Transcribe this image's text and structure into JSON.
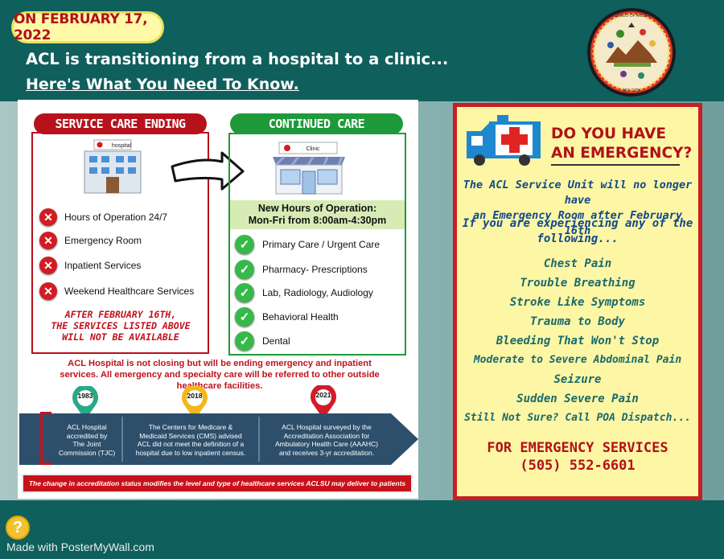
{
  "header": {
    "date": "ON FEBRUARY 17, 2022",
    "headline": "ACL is transitioning from a hospital to a clinic...",
    "subheadline": "Here's What You Need To Know."
  },
  "seal": {
    "icon": "tribal-seal-icon",
    "text_top": "PUEBLO OF ACOMA",
    "text_bottom": "SKY CITY"
  },
  "service_ending": {
    "title": "SERVICE CARE ENDING",
    "building_label": "hospital",
    "items": [
      "Hours of Operation 24/7",
      "Emergency Room",
      "Inpatient Services",
      "Weekend Healthcare Services"
    ],
    "note_line1": "AFTER FEBRUARY 16TH,",
    "note_line2": "THE SERVICES LISTED ABOVE",
    "note_line3": "WILL NOT BE AVAILABLE"
  },
  "continued_care": {
    "title": "CONTINUED CARE",
    "building_label": "Clinic",
    "hours_line1": "New Hours of Operation:",
    "hours_line2": "Mon-Fri from 8:00am-4:30pm",
    "items": [
      "Primary Care / Urgent Care",
      "Pharmacy- Prescriptions",
      "Lab, Radiology, Audiology",
      "Behavioral Health",
      "Dental"
    ]
  },
  "closing_note": {
    "line1": "ACL Hospital is not closing but will be ending emergency and inpatient",
    "line2": "services. All emergency and specialty care will be referred to other outside",
    "line3": "healthcare facilities."
  },
  "timeline": {
    "events": [
      {
        "year": "1983",
        "text1": "ACL Hospital",
        "text2": "accredited by",
        "text3": "The Joint",
        "text4": "Commission (TJC)",
        "color": "#2aa88a"
      },
      {
        "year": "2018",
        "text1": "The Centers for Medicare &",
        "text2": "Medicaid Services (CMS) advised",
        "text3": "ACL did not meet the definition of a",
        "text4": "hospital due to low inpatient census.",
        "color": "#f2b81b"
      },
      {
        "year": "2021",
        "text1": "ACL Hospital surveyed by the",
        "text2": "Accreditation Association for",
        "text3": "Ambulatory Health Care (AAAHC)",
        "text4": "and receives 3-yr accreditation.",
        "color": "#d31b2a"
      }
    ],
    "footer": "The change in accreditation status modifies the level and type of healthcare services ACLSU may deliver to patients"
  },
  "emergency": {
    "title_line1": "DO YOU HAVE",
    "title_line2": "AN EMERGENCY?",
    "intro_line1": "The ACL Service Unit will no longer have",
    "intro_line2": "an Emergency Room after February 16th",
    "prompt_line1": "If you are experiencing any of the",
    "prompt_line2": "following...",
    "symptoms": [
      "Chest Pain",
      "Trouble Breathing",
      "Stroke Like Symptoms",
      "Trauma to Body",
      "Bleeding That Won't Stop",
      "Moderate to Severe Abdominal Pain",
      "Seizure",
      "Sudden Severe Pain",
      "Still Not Sure? Call POA Dispatch..."
    ],
    "services_label": "FOR EMERGENCY SERVICES",
    "phone": "(505) 552-6601"
  },
  "footer": {
    "made_with": "Made with PosterMyWall.com"
  },
  "colors": {
    "teal": "#0f5f5c",
    "red": "#b7121b",
    "green": "#1f9a3a",
    "yellow_card": "#fdf6a5"
  }
}
